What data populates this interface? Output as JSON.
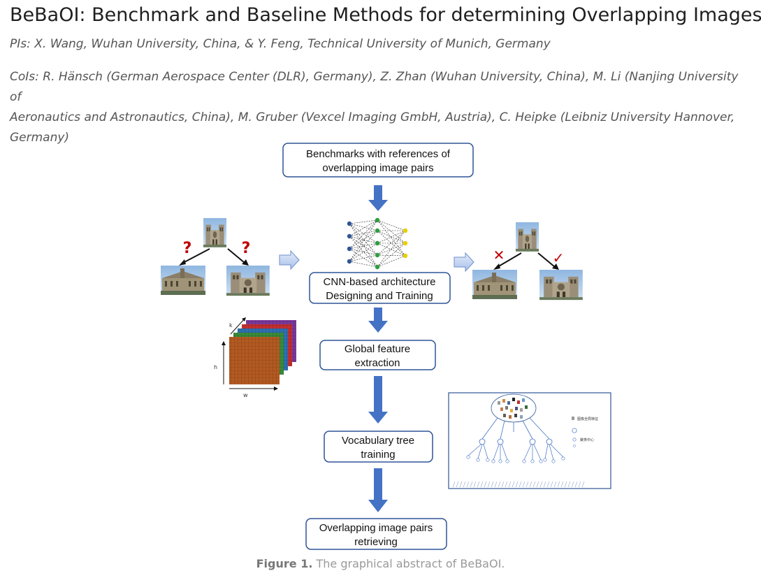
{
  "document": {
    "title": "BeBaOI: Benchmark and Baseline Methods for determining Overlapping Images",
    "pis": "PIs: X. Wang, Wuhan University, China, & Y. Feng, Technical University of Munich, Germany",
    "cois_line1": "CoIs: R. Hänsch (German Aerospace Center (DLR), Germany), Z. Zhan (Wuhan University, China), M. Li (Nanjing University of",
    "cois_line2": "Aeronautics and Astronautics, China), M. Gruber (Vexcel Imaging GmbH, Austria), C. Heipke (Leibniz University Hannover,",
    "cois_line3": "Germany)"
  },
  "figure": {
    "boxes": {
      "benchmarks_line1": "Benchmarks with references of",
      "benchmarks_line2": "overlapping image pairs",
      "cnn_line1": "CNN-based architecture",
      "cnn_line2": "Designing and Training",
      "global_line1": "Global feature",
      "global_line2": "extraction",
      "vocab_line1": "Vocabulary tree",
      "vocab_line2": "training",
      "overlap_line1": "Overlapping image pairs",
      "overlap_line2": "retrieving"
    },
    "question_mark": "?",
    "cross_mark": "✕",
    "check_mark": "✓",
    "tensor_labels": {
      "k": "k",
      "h": "h",
      "w": "w"
    },
    "legend": {
      "item1": "图像全局特征",
      "item2": "聚类中心"
    },
    "colors": {
      "arrow_blue": "#4472c4",
      "box_border": "#2f5597",
      "question_red": "#c00000"
    }
  },
  "caption": {
    "label": "Figure 1.",
    "text": " The graphical abstract of BeBaOI."
  }
}
